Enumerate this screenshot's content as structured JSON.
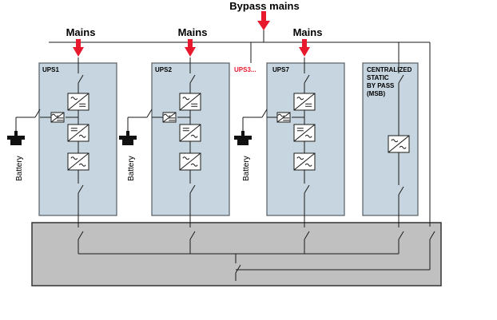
{
  "labels": {
    "bypass_mains": "Bypass mains",
    "mains": "Mains",
    "ups_units": [
      "UPS1",
      "UPS2",
      "UPS7"
    ],
    "ups_more": "UPS3...",
    "msb_lines": [
      "CENTRALIZED",
      "STATIC",
      "BY PASS",
      "(MSB)"
    ],
    "battery": "Battery"
  },
  "colors": {
    "arrow": "#e8192c",
    "cabinet_fill": "#c6d5df",
    "cabinet_border": "#555e66",
    "panel_fill": "#c0c0c0",
    "panel_border": "#333333",
    "ups_more_text": "#e8192c"
  }
}
